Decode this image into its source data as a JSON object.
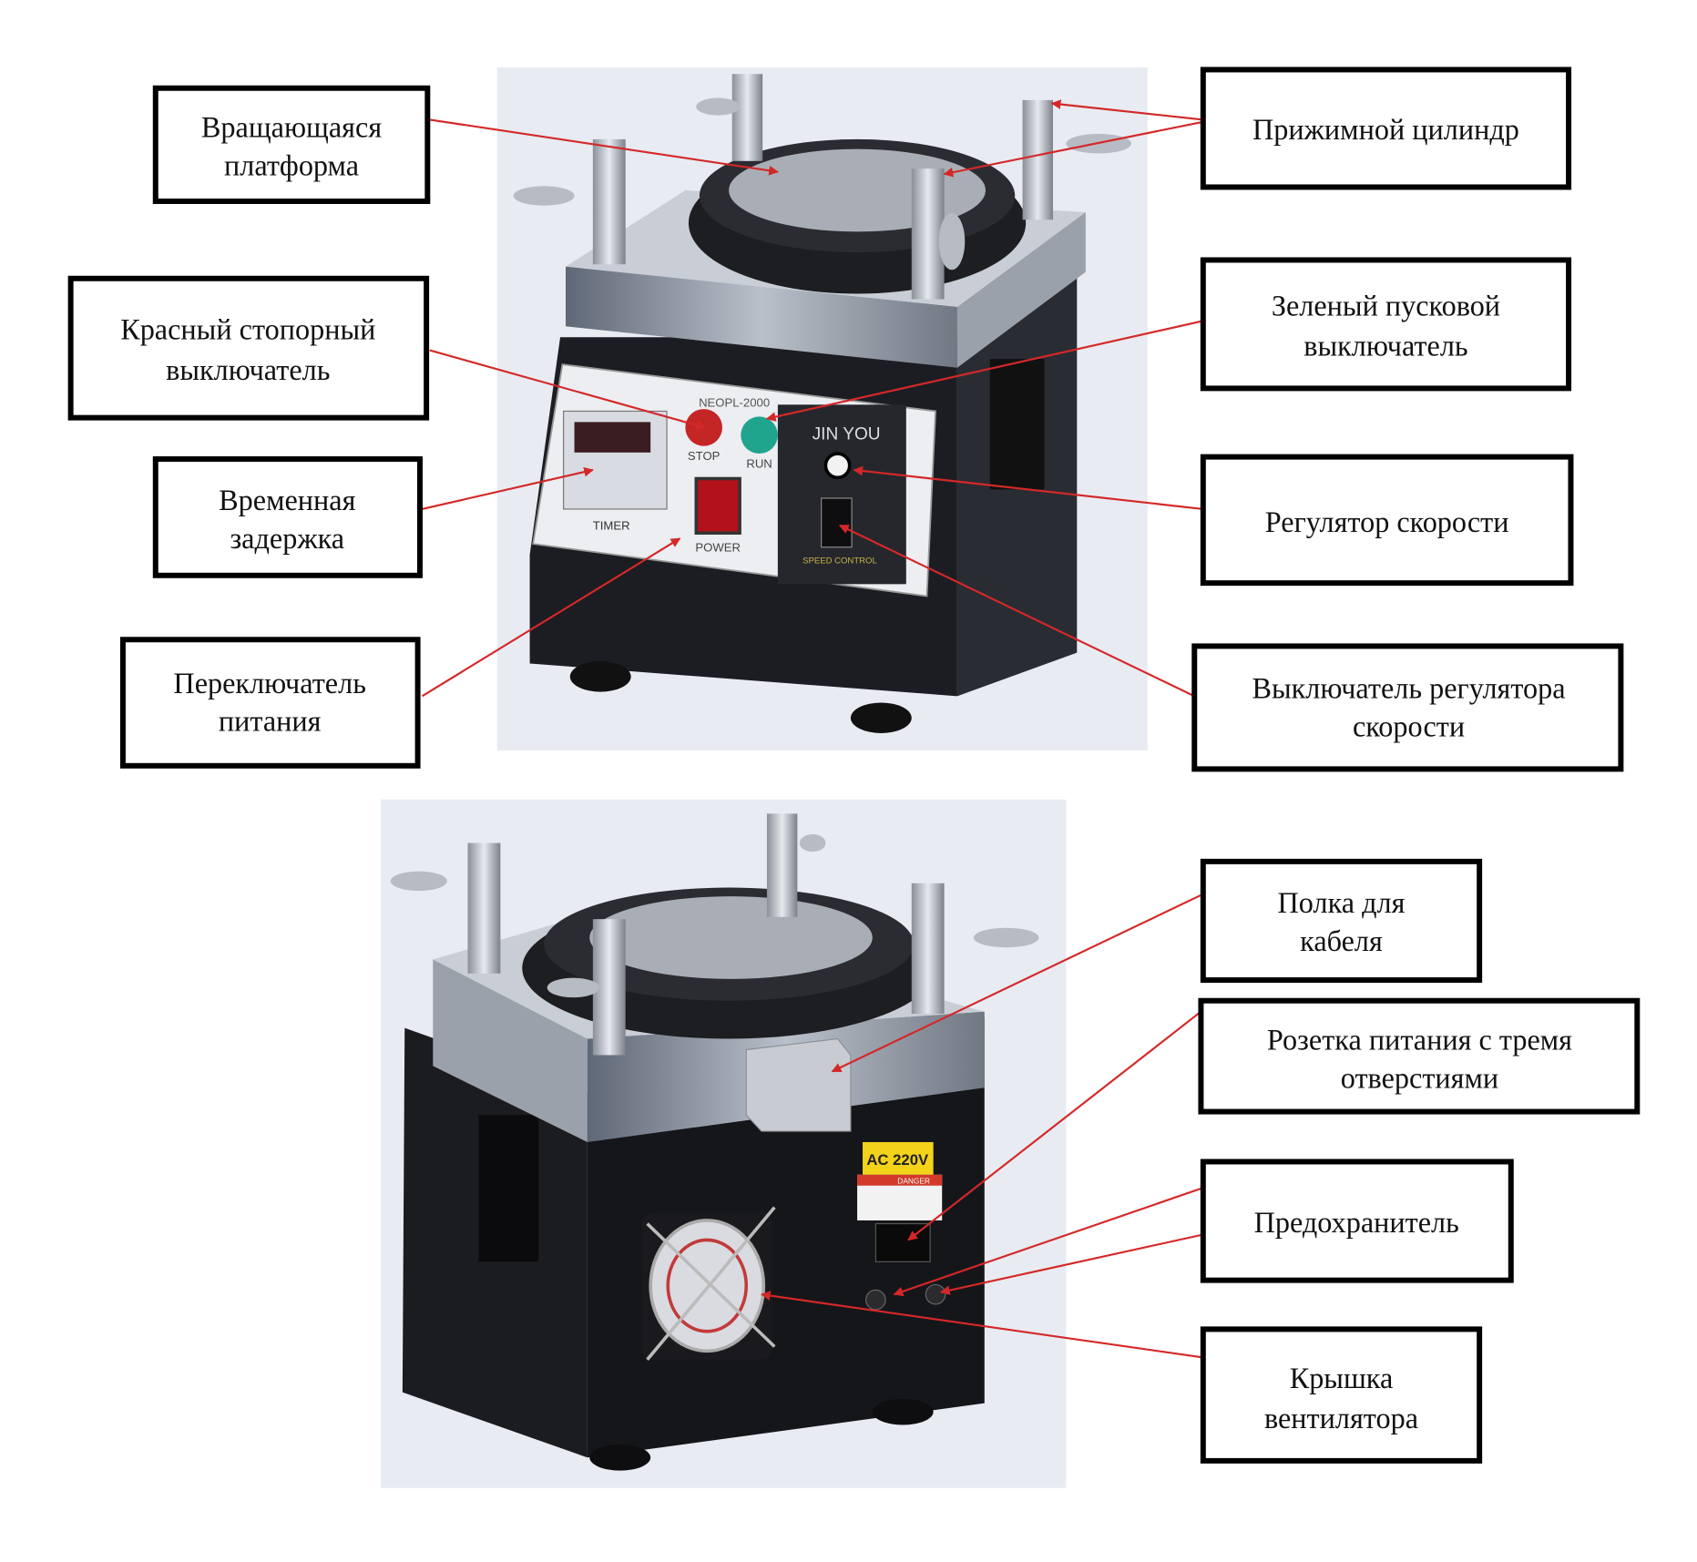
{
  "labels": {
    "rotating_platform": [
      "Вращающаяся",
      "платформа"
    ],
    "pressure_cylinder": [
      "Прижимной цилиндр"
    ],
    "red_stop_switch": [
      "Красный стопорный",
      "выключатель"
    ],
    "green_start_switch": [
      "Зеленый пусковой",
      "выключатель"
    ],
    "time_delay": [
      "Временная",
      "задержка"
    ],
    "speed_regulator": [
      "Регулятор скорости"
    ],
    "power_switch": [
      "Переключатель",
      "питания"
    ],
    "speed_regulator_switch": [
      "Выключатель регулятора",
      "скорости"
    ],
    "cable_shelf": [
      "Полка для",
      "кабеля"
    ],
    "three_hole_socket": [
      "Розетка питания с тремя",
      "отверстиями"
    ],
    "fuse": [
      "Предохранитель"
    ],
    "fan_cover": [
      "Крышка",
      "вентилятора"
    ]
  },
  "photo_front": {
    "brand": "JIN YOU",
    "model": "NEOPL-2000",
    "stop": "STOP",
    "run": "RUN",
    "timer": "TIMER",
    "power": "POWER",
    "speed_control": "SPEED CONTROL"
  },
  "photo_back": {
    "voltage": "AC 220V",
    "danger": "DANGER"
  },
  "colors": {
    "pointer": "#d42828",
    "photo_bg": "#e8ecf2",
    "body": "#1c1d22"
  }
}
